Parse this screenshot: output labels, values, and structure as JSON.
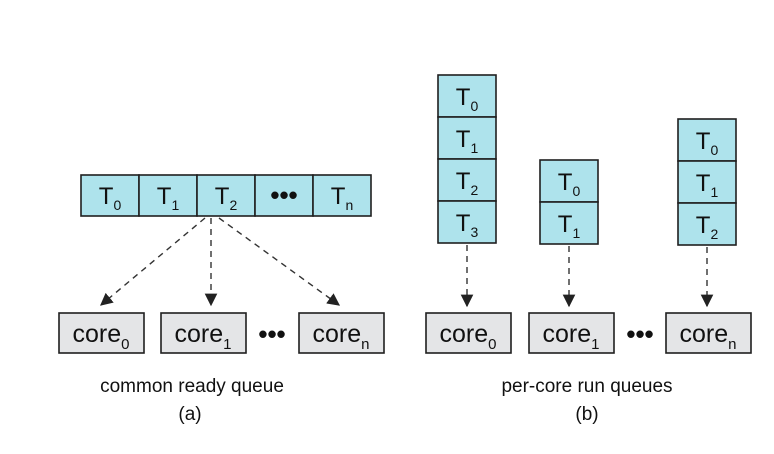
{
  "diagram_a": {
    "queue": [
      {
        "base": "T",
        "sub": "0"
      },
      {
        "base": "T",
        "sub": "1"
      },
      {
        "base": "T",
        "sub": "2"
      },
      {
        "ellipsis": "•••"
      },
      {
        "base": "T",
        "sub": "n"
      }
    ],
    "cores": [
      {
        "base": "core",
        "sub": "0"
      },
      {
        "base": "core",
        "sub": "1"
      },
      {
        "ellipsis": "•••"
      },
      {
        "base": "core",
        "sub": "n"
      }
    ],
    "caption": "common ready queue",
    "label": "(a)"
  },
  "diagram_b": {
    "queue_0": [
      {
        "base": "T",
        "sub": "0"
      },
      {
        "base": "T",
        "sub": "1"
      },
      {
        "base": "T",
        "sub": "2"
      },
      {
        "base": "T",
        "sub": "3"
      }
    ],
    "queue_1": [
      {
        "base": "T",
        "sub": "0"
      },
      {
        "base": "T",
        "sub": "1"
      }
    ],
    "queue_n": [
      {
        "base": "T",
        "sub": "0"
      },
      {
        "base": "T",
        "sub": "1"
      },
      {
        "base": "T",
        "sub": "2"
      }
    ],
    "cores": [
      {
        "base": "core",
        "sub": "0"
      },
      {
        "base": "core",
        "sub": "1"
      },
      {
        "ellipsis": "•••"
      },
      {
        "base": "core",
        "sub": "n"
      }
    ],
    "caption": "per-core run queues",
    "label": "(b)"
  },
  "colors": {
    "queue_cell": "#aee3ec",
    "core_box": "#e4e5e7",
    "stroke": "#1f1f1f"
  }
}
